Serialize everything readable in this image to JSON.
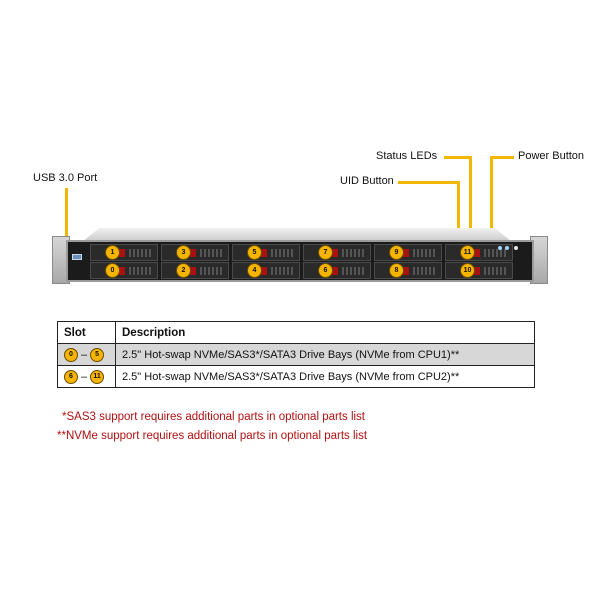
{
  "callouts": {
    "usb": "USB 3.0 Port",
    "status_leds": "Status LEDs",
    "uid_button": "UID Button",
    "power_button": "Power Button"
  },
  "server": {
    "top_row": [
      "1",
      "3",
      "5",
      "7",
      "9",
      "11"
    ],
    "bottom_row": [
      "0",
      "2",
      "4",
      "6",
      "8",
      "10"
    ]
  },
  "table": {
    "headers": {
      "slot": "Slot",
      "description": "Description"
    },
    "rows": [
      {
        "from": "0",
        "to": "5",
        "dash": "–",
        "description": "2.5\" Hot-swap NVMe/SAS3*/SATA3 Drive Bays (NVMe from CPU1)**"
      },
      {
        "from": "6",
        "to": "11",
        "dash": "–",
        "description": "2.5\" Hot-swap NVMe/SAS3*/SATA3 Drive Bays (NVMe from CPU2)**"
      }
    ]
  },
  "notes": {
    "sas3": "*SAS3 support requires additional parts in optional parts list",
    "nvme": "**NVMe support requires additional parts in optional parts list"
  },
  "colors": {
    "badge": "#f4b400",
    "leader": "#f2b705",
    "note": "#b01010",
    "row_shade": "#d7d7d7"
  }
}
